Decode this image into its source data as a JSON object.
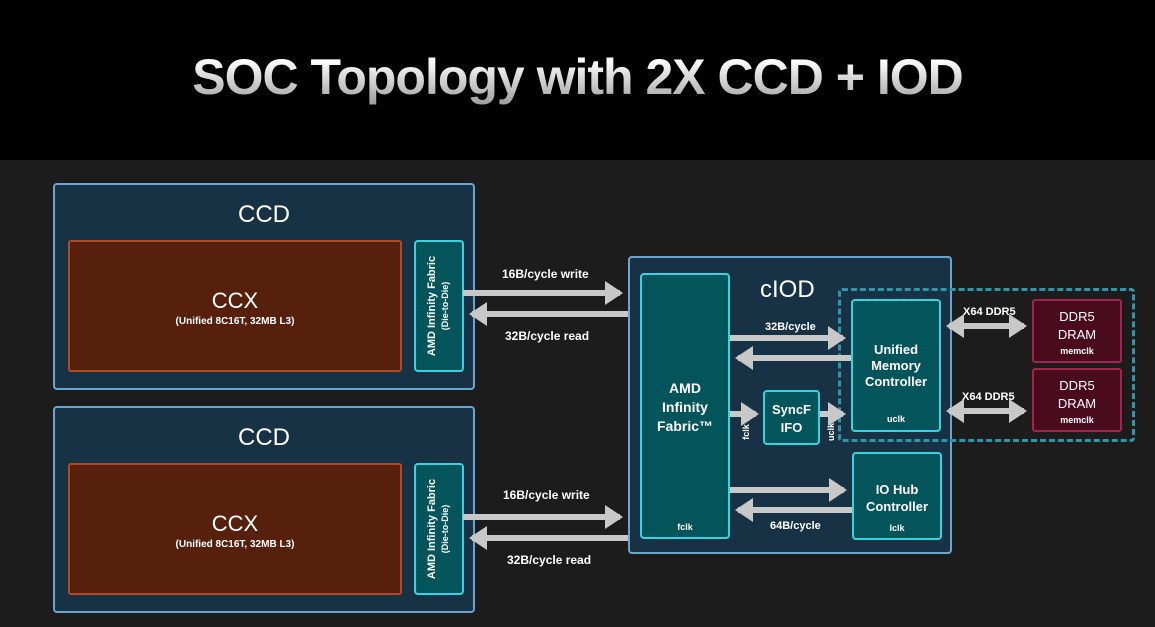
{
  "title": "SOC Topology with 2X CCD + IOD",
  "ccds": [
    {
      "label": "CCD",
      "ccx": {
        "label": "CCX",
        "sub": "(Unified 8C16T, 32MB L3)"
      },
      "fabric": {
        "line1": "AMD Infinity Fabric",
        "line2": "(Die-to-Die)"
      },
      "write_label": "16B/cycle write",
      "read_label": "32B/cycle read"
    },
    {
      "label": "CCD",
      "ccx": {
        "label": "CCX",
        "sub": "(Unified 8C16T, 32MB L3)"
      },
      "fabric": {
        "line1": "AMD Infinity Fabric",
        "line2": "(Die-to-Die)"
      },
      "write_label": "16B/cycle write",
      "read_label": "32B/cycle read"
    }
  ],
  "ciod": {
    "label": "cIOD",
    "infinity_fabric": {
      "line1": "AMD",
      "line2": "Infinity",
      "line3": "Fabric™",
      "clock": "fclk"
    },
    "syncfifo": {
      "line1": "SyncF",
      "line2": "IFO",
      "in_clock": "fclk",
      "out_clock": "uclk"
    },
    "umc": {
      "line1": "Unified",
      "line2": "Memory",
      "line3": "Controller",
      "clock": "uclk",
      "link_label": "32B/cycle"
    },
    "iohub": {
      "line1": "IO Hub",
      "line2": "Controller",
      "clock": "lclk",
      "link_label": "64B/cycle"
    }
  },
  "dram": [
    {
      "line1": "DDR5",
      "line2": "DRAM",
      "clock": "memclk",
      "link_label": "X64 DDR5"
    },
    {
      "line1": "DDR5",
      "line2": "DRAM",
      "clock": "memclk",
      "link_label": "X64 DDR5"
    }
  ],
  "colors": {
    "arrow": "#c8c8c8",
    "teal_border": "#38d2e0",
    "ccx_fill": "#56200c",
    "dram_fill": "#4a0b1f"
  }
}
